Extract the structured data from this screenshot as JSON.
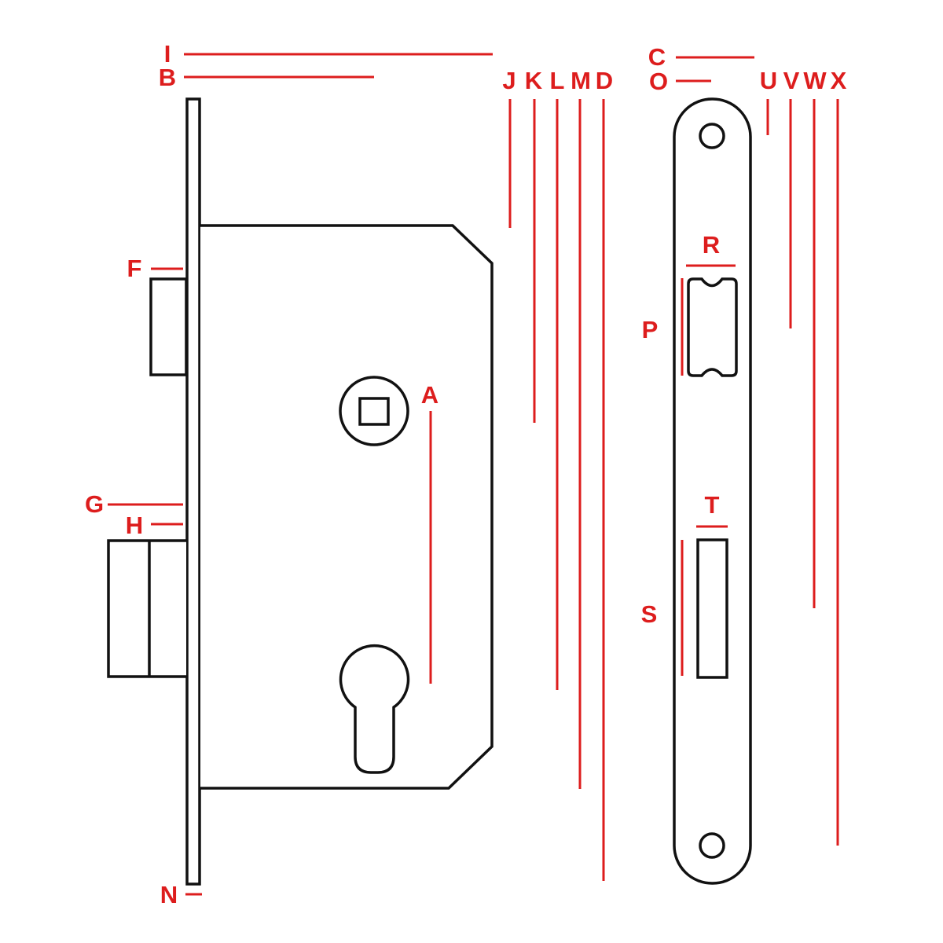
{
  "colors": {
    "dimension": "#dd1d1d",
    "outline": "#111111",
    "background": "#ffffff"
  },
  "labels": {
    "A": "A",
    "B": "B",
    "C": "C",
    "D": "D",
    "F": "F",
    "G": "G",
    "H": "H",
    "I": "I",
    "J": "J",
    "K": "K",
    "L": "L",
    "M": "M",
    "N": "N",
    "O": "O",
    "P": "P",
    "R": "R",
    "S": "S",
    "T": "T",
    "U": "U",
    "V": "V",
    "W": "W",
    "X": "X"
  }
}
